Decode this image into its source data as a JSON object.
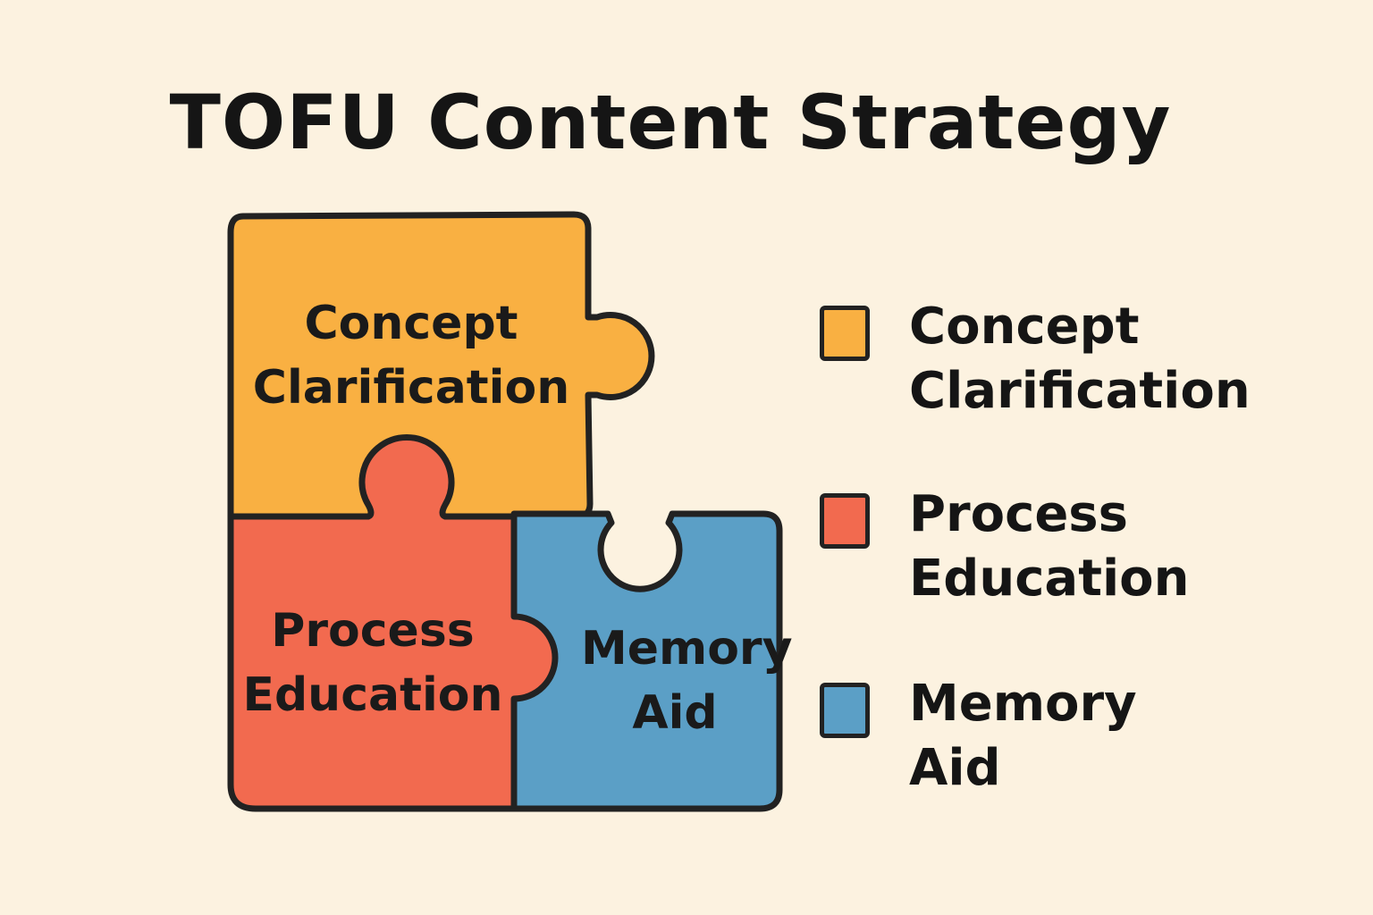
{
  "title": "TOFU Content Strategy",
  "pieces": [
    {
      "line1": "Concept",
      "line2": "Clarification",
      "color": "#f9b042"
    },
    {
      "line1": "Process",
      "line2": "Education",
      "color": "#f26a4f"
    },
    {
      "line1": "Memory",
      "line2": "Aid",
      "color": "#5b9fc6"
    }
  ],
  "legend": [
    {
      "line1": "Concept",
      "line2": "Clarification",
      "color": "#f9b042"
    },
    {
      "line1": "Process",
      "line2": "Education",
      "color": "#f26a4f"
    },
    {
      "line1": "Memory",
      "line2": "Aid",
      "color": "#5b9fc6"
    }
  ]
}
